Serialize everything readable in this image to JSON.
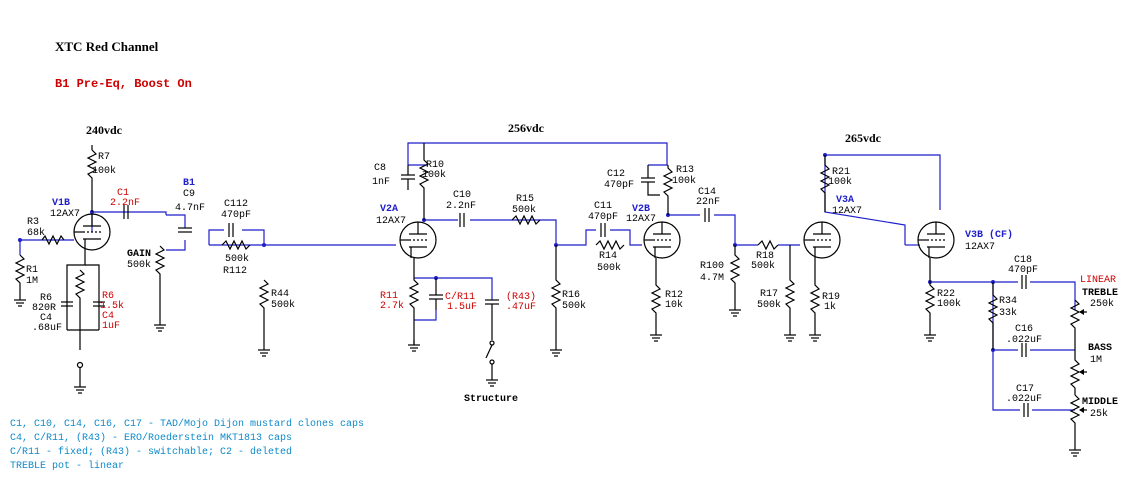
{
  "title": "XTC Red Channel",
  "subtitle": "B1 Pre-Eq, Boost On",
  "voltages": {
    "v1": "240vdc",
    "v2": "256vdc",
    "v3": "265vdc"
  },
  "tubes": {
    "v1b": {
      "name": "V1B",
      "type": "12AX7"
    },
    "v2a": {
      "name": "V2A",
      "type": "12AX7"
    },
    "v2b": {
      "name": "V2B",
      "type": "12AX7"
    },
    "v3a": {
      "name": "V3A",
      "type": "12AX7"
    },
    "v3b": {
      "name": "V3B (CF)",
      "type": "12AX7"
    }
  },
  "parts": {
    "r7": {
      "ref": "R7",
      "val": "100k"
    },
    "c1": {
      "ref": "C1",
      "val": "2.2nF"
    },
    "b1": "B1",
    "c9": {
      "ref": "C9",
      "val": "4.7nF"
    },
    "c112": {
      "ref": "C112",
      "val": "470pF"
    },
    "r3": {
      "ref": "R3",
      "val": "68k"
    },
    "r1": {
      "ref": "R1",
      "val": "1M"
    },
    "gain": {
      "ref": "GAIN",
      "val": "500k"
    },
    "r112": {
      "ref": "R112",
      "val": "500k"
    },
    "r44": {
      "ref": "R44",
      "val": "500k"
    },
    "r6": {
      "ref": "R6",
      "val": "820R"
    },
    "r6b": {
      "ref": "R6",
      "val": "1.5k"
    },
    "c4": {
      "ref": "C4",
      "val": ".68uF"
    },
    "c4b": {
      "ref": "C4",
      "val": "1uF"
    },
    "c8": {
      "ref": "C8",
      "val": "1nF"
    },
    "r10": {
      "ref": "R10",
      "val": "100k"
    },
    "c10": {
      "ref": "C10",
      "val": "2.2nF"
    },
    "r15": {
      "ref": "R15",
      "val": "500k"
    },
    "r11": {
      "ref": "R11",
      "val": "2.7k"
    },
    "cr11": {
      "ref": "C/R11",
      "val": "1.5uF"
    },
    "r43": {
      "ref": "(R43)",
      "val": ".47uF"
    },
    "r16": {
      "ref": "R16",
      "val": "500k"
    },
    "structure": "Structure",
    "c11": {
      "ref": "C11",
      "val": "470pF"
    },
    "r14": {
      "ref": "R14",
      "val": "500k"
    },
    "c12": {
      "ref": "C12",
      "val": "470pF"
    },
    "r13": {
      "ref": "R13",
      "val": "100k"
    },
    "c14": {
      "ref": "C14",
      "val": "22nF"
    },
    "r12": {
      "ref": "R12",
      "val": "10k"
    },
    "r100": {
      "ref": "R100",
      "val": "4.7M"
    },
    "r18": {
      "ref": "R18",
      "val": "500k"
    },
    "r17": {
      "ref": "R17",
      "val": "500k"
    },
    "r19": {
      "ref": "R19",
      "val": "1k"
    },
    "r21": {
      "ref": "R21",
      "val": "100k"
    },
    "r22": {
      "ref": "R22",
      "val": "100k"
    },
    "c18": {
      "ref": "C18",
      "val": "470pF"
    },
    "r34": {
      "ref": "R34",
      "val": "33k"
    },
    "c16": {
      "ref": "C16",
      "val": ".022uF"
    },
    "c17": {
      "ref": "C17",
      "val": ".022uF"
    },
    "linear": "LINEAR",
    "treble": {
      "ref": "TREBLE",
      "val": "250k"
    },
    "bass": {
      "ref": "BASS",
      "val": "1M"
    },
    "middle": {
      "ref": "MIDDLE",
      "val": "25k"
    }
  },
  "notes": [
    "C1, C10, C14, C16, C17 - TAD/Mojo Dijon mustard clones caps",
    "C4, C/R11, (R43) - ERO/Roederstein MKT1813 caps",
    "C/R11 - fixed; (R43) - switchable; C2 - deleted",
    "TREBLE pot - linear"
  ],
  "colors": {
    "wire": "#1f1fcc",
    "tube_label": "#1f1fcc",
    "mod_label": "#cc0000",
    "note": "#0e8ac9"
  }
}
